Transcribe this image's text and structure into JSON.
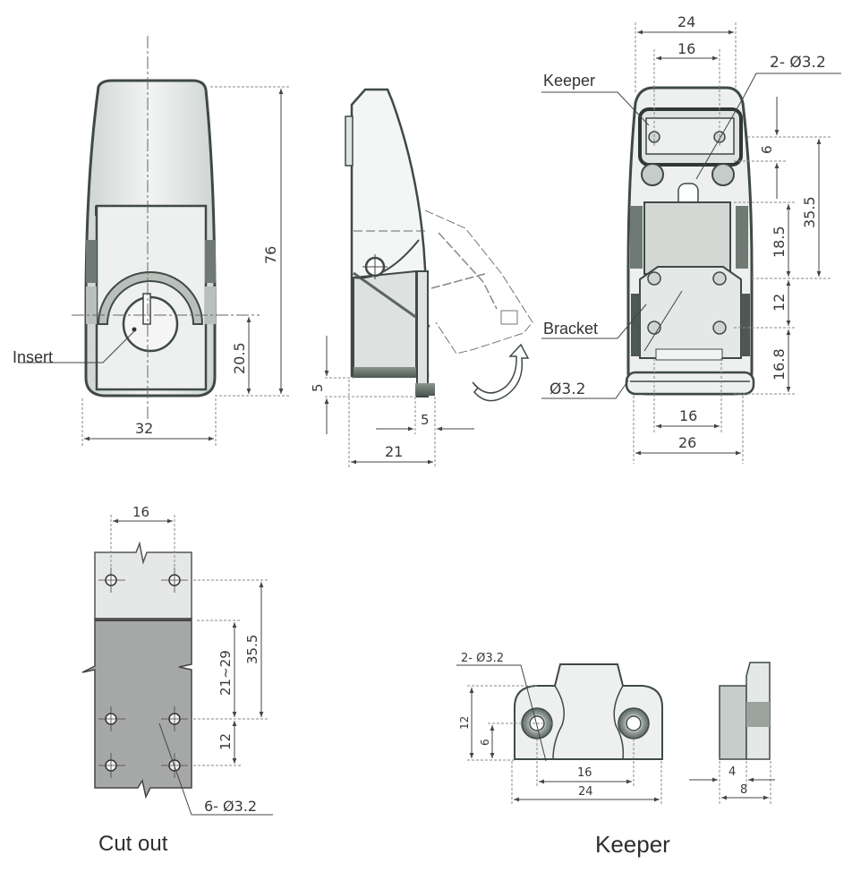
{
  "drawing": {
    "subject": "Latch with keeper – technical dimension drawing",
    "colors": {
      "outline": "#3f4a44",
      "body_fill": "#e9ecea",
      "dark_fill": "#6f7a74",
      "mid_fill": "#b9c0bc",
      "cutout_fill": "#a6a8a7",
      "dim_line": "#555555"
    }
  },
  "front_view": {
    "labels": {
      "insert": "Insert"
    },
    "dims": {
      "height": "76",
      "keyhole_height": "20.5",
      "width": "32"
    }
  },
  "side_view": {
    "dims": {
      "hook_height": "5",
      "hook_width": "5",
      "depth": "21"
    },
    "icons": [
      "rotate-arrow-icon"
    ]
  },
  "back_view": {
    "labels": {
      "keeper": "Keeper",
      "bracket": "Bracket",
      "keeper_holes": "2- Ø3.2",
      "bracket_hole": "Ø3.2"
    },
    "dims": {
      "top_outer": "24",
      "top_inner": "16",
      "keeper_hole_offset": "6",
      "hole_spacing_total": "35.5",
      "bracket_offset": "18.5",
      "bracket_hole_pitch": "12",
      "bottom_offset": "16.8",
      "bottom_inner": "16",
      "bottom_outer": "26"
    }
  },
  "cutout": {
    "caption": "Cut out",
    "dims": {
      "hole_pitch_x": "16",
      "range": "21~29",
      "spacing": "35.5",
      "pitch_y": "12",
      "holes": "6- Ø3.2"
    }
  },
  "keeper": {
    "caption": "Keeper",
    "dims": {
      "holes": "2- Ø3.2",
      "height": "12",
      "hole_height": "6",
      "hole_pitch": "16",
      "width": "24",
      "base_depth": "4",
      "total_depth": "8"
    }
  }
}
